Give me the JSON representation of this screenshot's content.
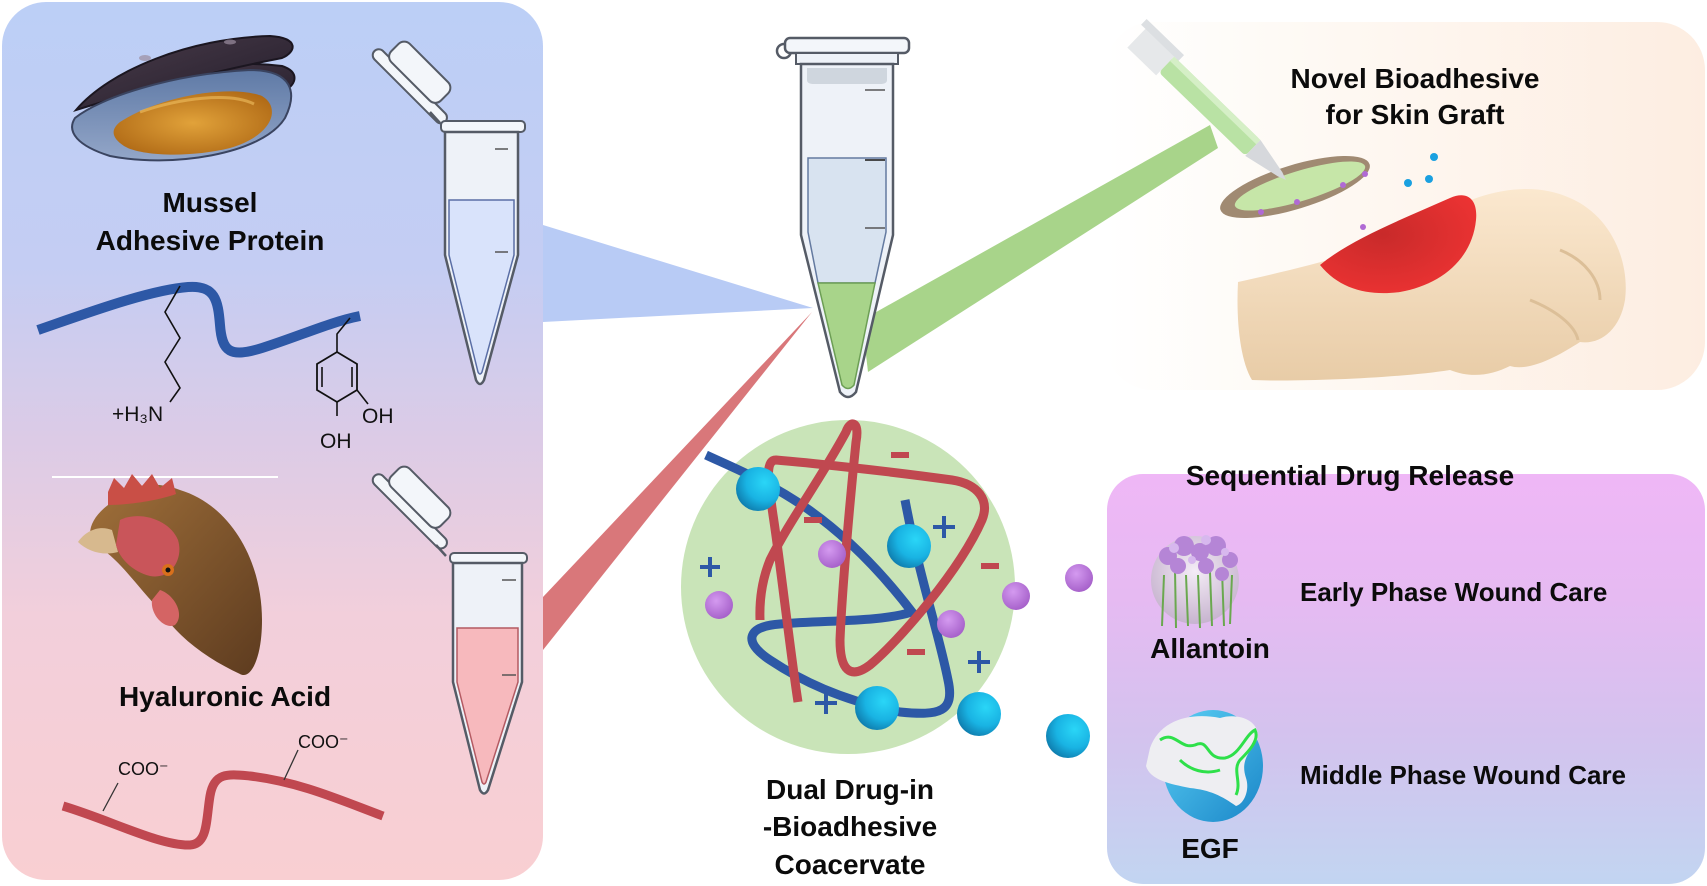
{
  "figure": {
    "title": "Dual Drug-in-Bioadhesive Coacervate for Skin Graft"
  },
  "left_panel": {
    "source_top": {
      "organism_icon": "mussel-icon",
      "label_line1": "Mussel",
      "label_line2": "Adhesive Protein",
      "side_chain_amine": "+H₃N",
      "catechol_oh1": "OH",
      "catechol_oh2": "OH",
      "liquid_color": "#d9e3fb"
    },
    "source_bottom": {
      "organism_icon": "chicken-icon",
      "label": "Hyaluronic Acid",
      "carboxylate_1": "COO⁻",
      "carboxylate_2": "COO⁻",
      "liquid_color": "#f7b9bd"
    }
  },
  "center": {
    "mixture_tube_icon": "microcentrifuge-tube-icon",
    "coacervate_label_line1": "Dual Drug-in",
    "coacervate_label_line2": "-Bioadhesive",
    "coacervate_label_line3": "Coacervate",
    "charges": {
      "positive": "+",
      "negative": "–"
    }
  },
  "graft_panel": {
    "title_line1": "Novel Bioadhesive",
    "title_line2": "for Skin Graft",
    "syringe_icon": "syringe-icon",
    "hand_icon": "hand-wound-icon"
  },
  "release_panel": {
    "title": "Sequential Drug Release",
    "drugs": [
      {
        "name": "Allantoin",
        "icon": "flower-icon",
        "phase": "Early Phase Wound Care"
      },
      {
        "name": "EGF",
        "icon": "protein-icon",
        "phase": "Middle Phase Wound Care"
      }
    ]
  },
  "colors": {
    "mussel_protein_blue": "#2d58a6",
    "hyaluronic_red": "#c04850",
    "coacervate_green": "#c9e4b8",
    "drug_cyan": "#1fb6e6",
    "drug_purple": "#c07ede",
    "wound_red": "#e22b2b"
  }
}
